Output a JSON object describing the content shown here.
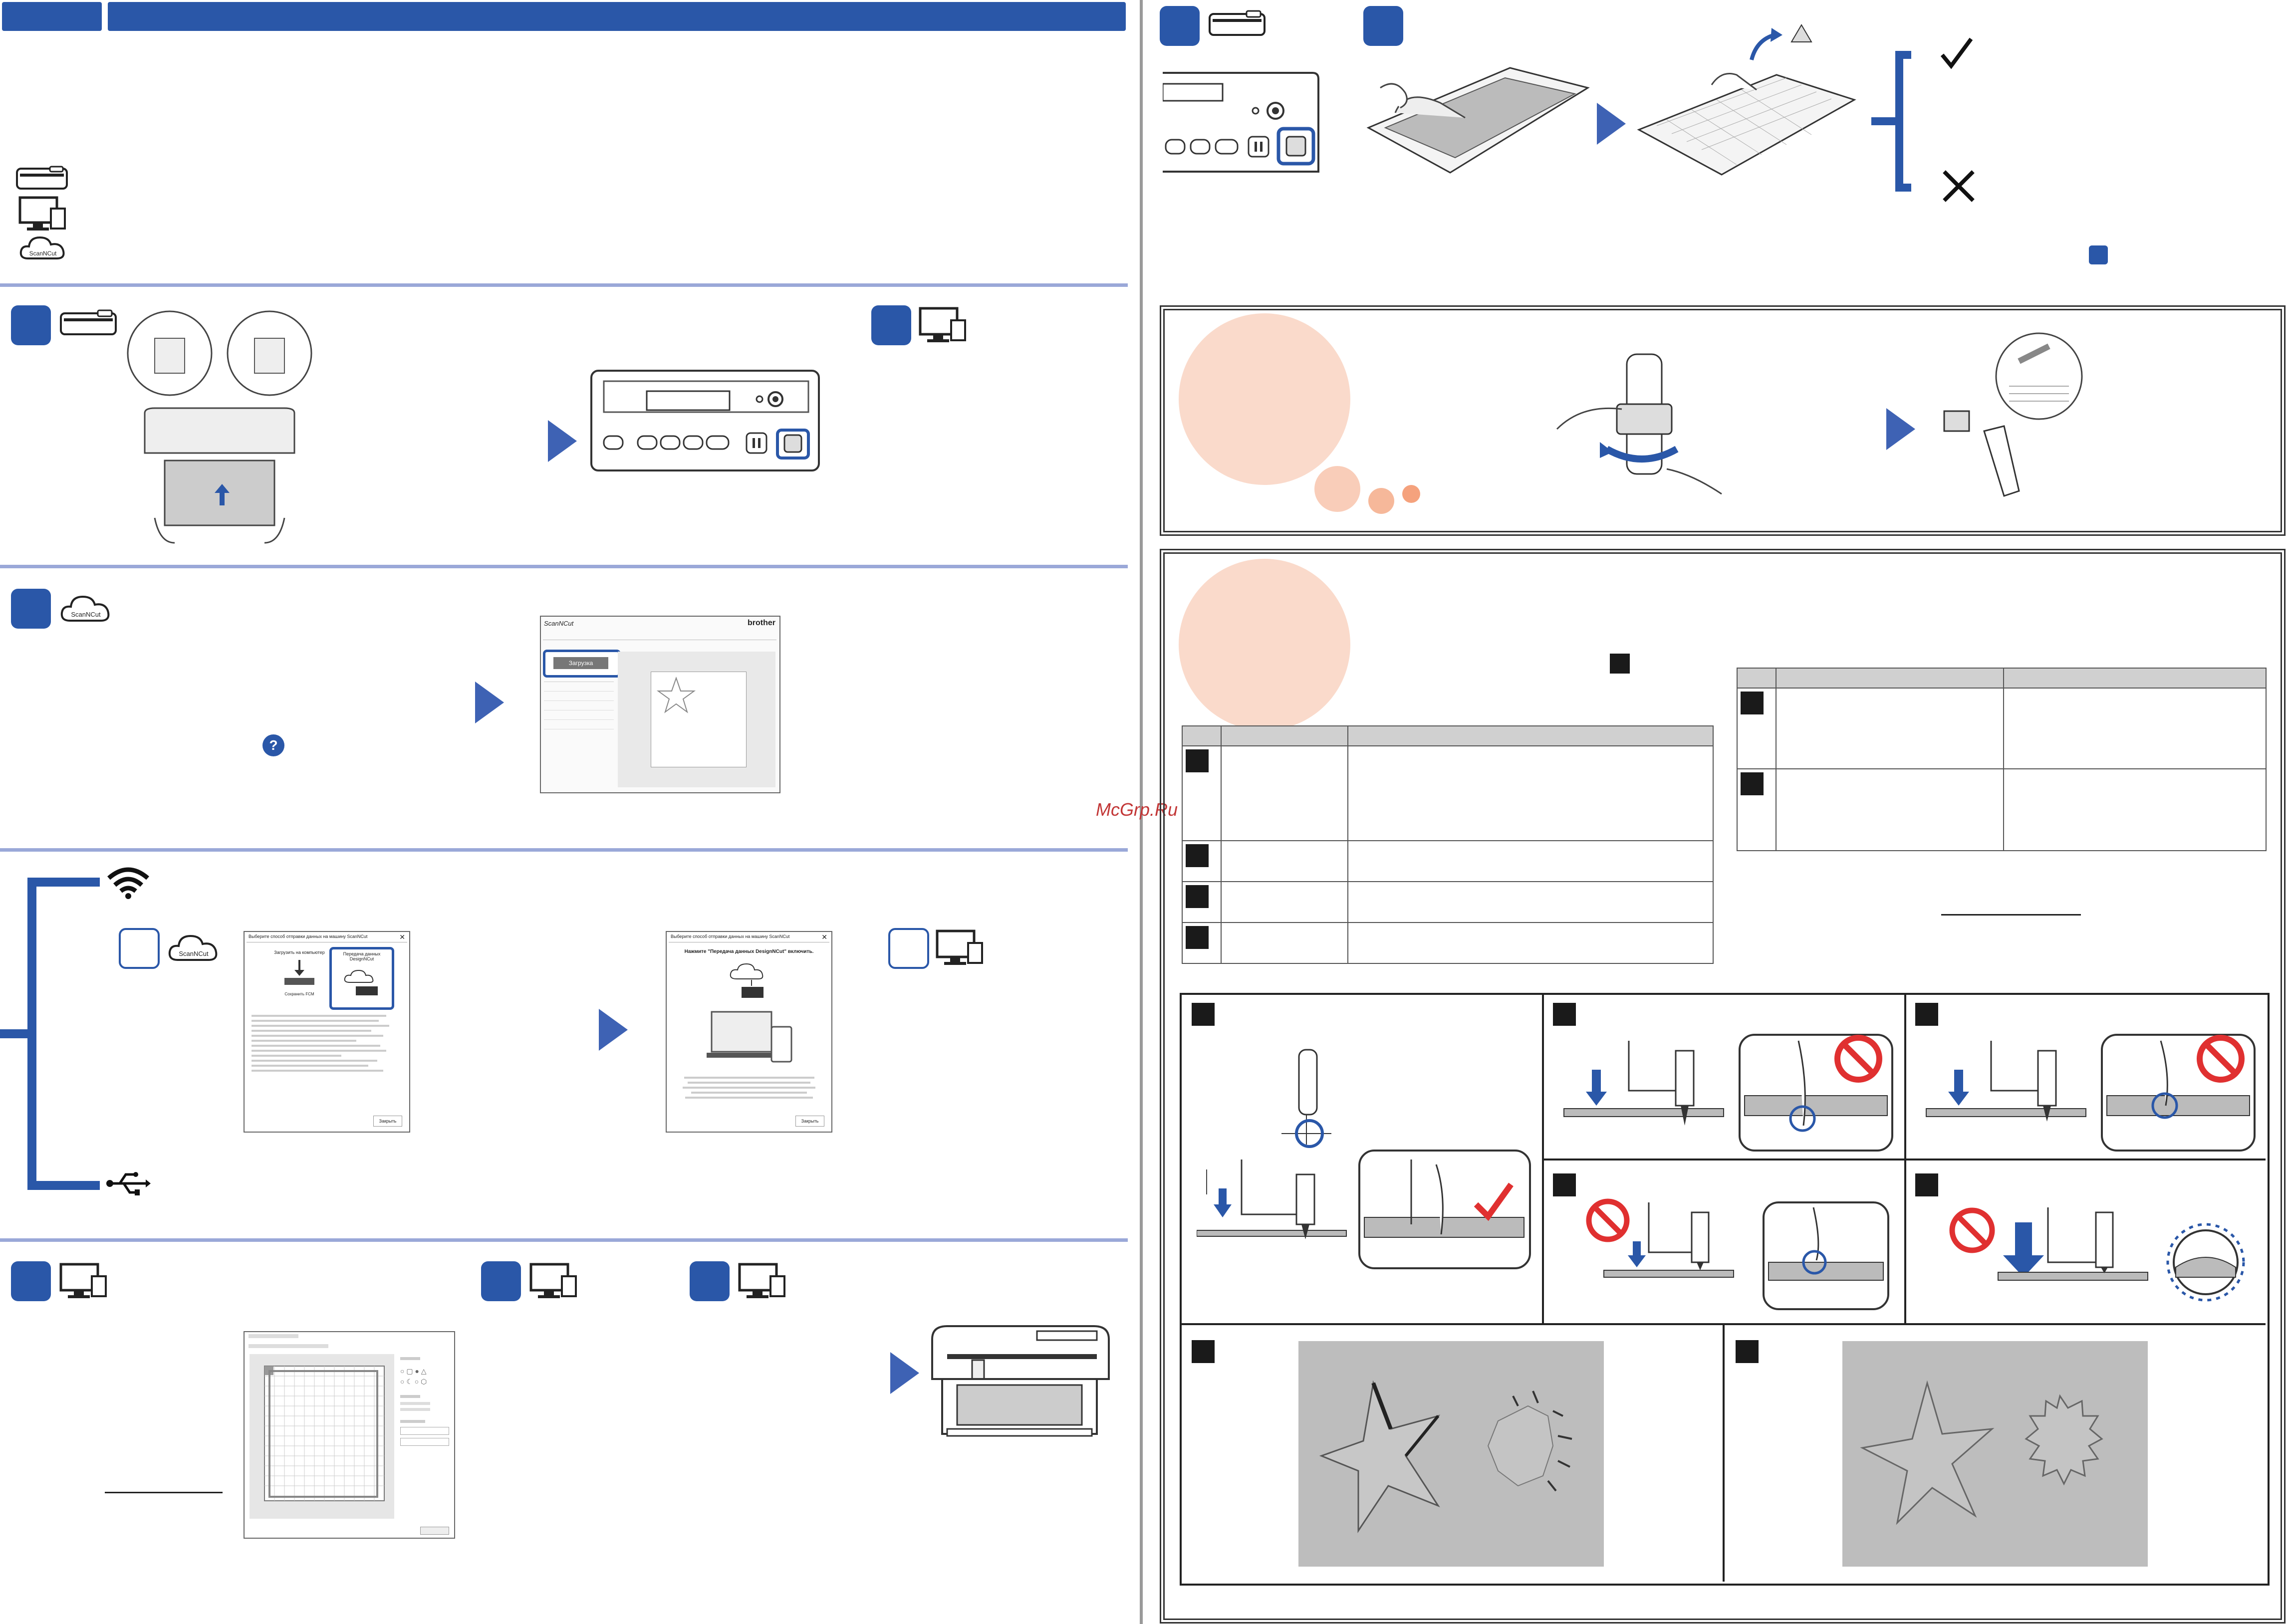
{
  "watermark": {
    "text": "McGrp.Ru"
  },
  "colors": {
    "accent": "#2a57a8",
    "separator": "#9aa8d8",
    "peach": "#f7c1a8",
    "no_red": "#e03030",
    "check_red": "#e03030"
  },
  "app_labels": {
    "scanncut": "ScanNCut",
    "brother": "brother",
    "download_btn": "Загрузка"
  },
  "dialog1": {
    "title": "Выберите способ отправки данных на машину ScanNCut",
    "option1": "Загрузить на компьютер",
    "option2": "Передача данных DesignNCut",
    "sub_note": "Сохранить FCM",
    "close_btn": "Закрыть"
  },
  "dialog2": {
    "title": "Выберите способ отправки данных на машину ScanNCut",
    "heading": "Нажмите \"Передача данных DesignNCut\" включить.",
    "close_btn": "Закрыть"
  },
  "icons": [
    "machine-icon",
    "computer-icon",
    "cloud-icon",
    "wifi-icon",
    "usb-icon",
    "help-icon",
    "check-icon",
    "cross-icon",
    "no-icon"
  ]
}
